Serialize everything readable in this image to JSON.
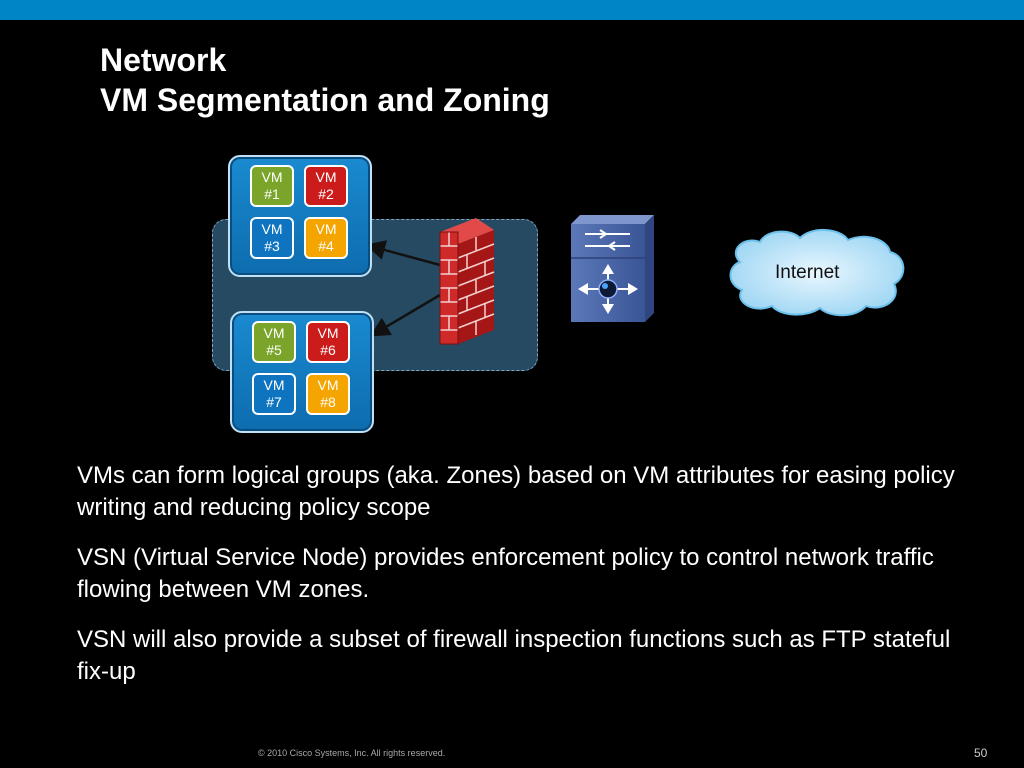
{
  "title": {
    "line1": "Network",
    "line2": "VM Segmentation and Zoning"
  },
  "diagram": {
    "hosts": [
      {
        "vms": [
          {
            "line1": "VM",
            "line2": "#1",
            "color": "#7aa52a"
          },
          {
            "line1": "VM",
            "line2": "#2",
            "color": "#cc1b1b"
          },
          {
            "line1": "VM",
            "line2": "#3",
            "color": "#0f74c0"
          },
          {
            "line1": "VM",
            "line2": "#4",
            "color": "#f5a500"
          }
        ]
      },
      {
        "vms": [
          {
            "line1": "VM",
            "line2": "#5",
            "color": "#7aa52a"
          },
          {
            "line1": "VM",
            "line2": "#6",
            "color": "#cc1b1b"
          },
          {
            "line1": "VM",
            "line2": "#7",
            "color": "#0f74c0"
          },
          {
            "line1": "VM",
            "line2": "#8",
            "color": "#f5a500"
          }
        ]
      }
    ],
    "internet_label": "Internet"
  },
  "bullets": [
    "VMs can form logical groups (aka. Zones) based on VM attributes for easing policy writing and reducing policy scope",
    "VSN (Virtual Service Node) provides enforcement policy to control network traffic flowing between VM zones.",
    "VSN will also provide a subset of firewall inspection functions such as FTP stateful fix-up"
  ],
  "footer": {
    "copyright": "© 2010 Cisco Systems, Inc. All rights reserved.",
    "page_number": "50"
  },
  "colors": {
    "top_bar": "#0086c6",
    "host": "#1a8ad0",
    "zone": "#274a63"
  }
}
